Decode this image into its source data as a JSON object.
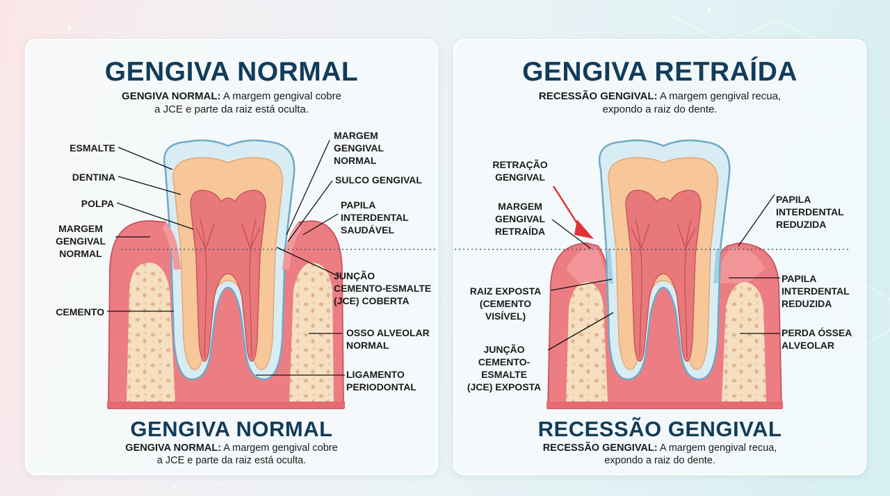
{
  "colors": {
    "title": "#123c5a",
    "gum": "#ec7d83",
    "gum_light": "#f6b5b6",
    "bone": "#f6dfc0",
    "enamel": "#d8ecf4",
    "dentin": "#f7c79a",
    "pulp": "#e9787a",
    "cementum": "#a8cfe2",
    "arrow": "#e2313a"
  },
  "left": {
    "title": "GENGIVA NORMAL",
    "subtitle_bold": "GENGIVA NORMAL:",
    "subtitle_line1": " A margem gengival cobre",
    "subtitle_line2": "a JCE e parte da raiz está oculta.",
    "bottom_title": "GENGIVA NORMAL",
    "bottom_bold": "GENGIVA NORMAL:",
    "bottom_line1": " A margem gengival cobre",
    "bottom_line2": "a JCE e parte da raiz está oculta.",
    "labels": {
      "esmalte": "ESMALTE",
      "dentina": "DENTINA",
      "polpa": "POLPA",
      "margem": "MARGEM\nGENGIVAL\nNORMAL",
      "cemento": "CEMENTO",
      "margem_right": "MARGEM\nGENGIVAL\nNORMAL",
      "sulco": "SULCO GENGIVAL",
      "papila": "PAPILA\nINTERDENTAL\nSAUDÁVEL",
      "jce": "JUNÇÃO\nCEMENTO-ESMALTE\n(JCE) COBERTA",
      "osso": "OSSO ALVEOLAR\nNORMAL",
      "ligamento": "LIGAMENTO\nPERIODONTAL"
    }
  },
  "right": {
    "title": "GENGIVA RETRAÍDA",
    "subtitle_bold": "RECESSÃO GENGIVAL:",
    "subtitle_line1": " A margem gengival recua,",
    "subtitle_line2": "expondo a raiz do dente.",
    "bottom_title": "RECESSÃO GENGIVAL",
    "bottom_bold": "RECESSÃO GENGIVAL:",
    "bottom_line1": " A margem gengival recua,",
    "bottom_line2": "expondo a raiz do dente.",
    "labels": {
      "retracao": "RETRAÇÃO\nGENGIVAL",
      "margem": "MARGEM\nGENGIVAL\nRETRAÍDA",
      "raiz": "RAIZ EXPOSTA\n(CEMENTO\nVISÍVEL)",
      "jce": "JUNÇÃO\nCEMENTO-\nESMALTE\n(JCE) EXPOSTA",
      "papila1": "PAPILA\nINTERDENTAL\nREDUZIDA",
      "papila2": "PAPILA\nINTERDENTAL\nREDUZIDA",
      "perda": "PERDA ÓSSEA\nALVEOLAR"
    }
  }
}
